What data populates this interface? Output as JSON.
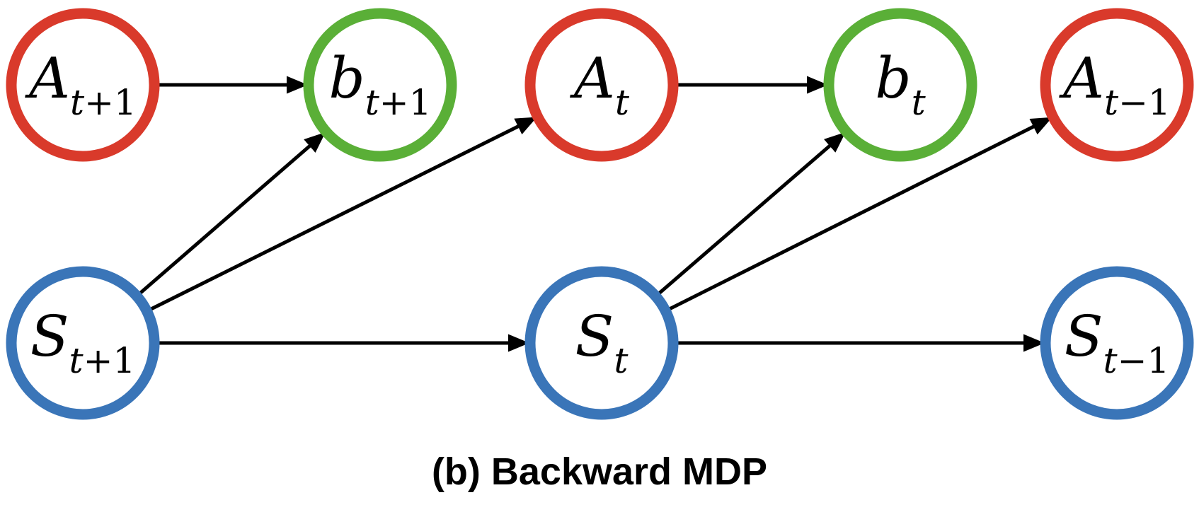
{
  "colors": {
    "action": "#d93a2b",
    "belief": "#5aaf37",
    "state": "#3a75b8",
    "edge": "#000000"
  },
  "nodes": [
    {
      "id": "A_t+1",
      "type": "action",
      "main": "A",
      "sub_var": "t",
      "sub_rest": "+1"
    },
    {
      "id": "b_t+1",
      "type": "belief",
      "main": "b",
      "sub_var": "t",
      "sub_rest": "+1"
    },
    {
      "id": "A_t",
      "type": "action",
      "main": "A",
      "sub_var": "t",
      "sub_rest": ""
    },
    {
      "id": "b_t",
      "type": "belief",
      "main": "b",
      "sub_var": "t",
      "sub_rest": ""
    },
    {
      "id": "A_t-1",
      "type": "action",
      "main": "A",
      "sub_var": "t",
      "sub_rest": "−1"
    },
    {
      "id": "S_t+1",
      "type": "state",
      "main": "S",
      "sub_var": "t",
      "sub_rest": "+1"
    },
    {
      "id": "S_t",
      "type": "state",
      "main": "S",
      "sub_var": "t",
      "sub_rest": ""
    },
    {
      "id": "S_t-1",
      "type": "state",
      "main": "S",
      "sub_var": "t",
      "sub_rest": "−1"
    }
  ],
  "edges": [
    {
      "from": "A_t+1",
      "to": "b_t+1"
    },
    {
      "from": "A_t",
      "to": "b_t"
    },
    {
      "from": "S_t+1",
      "to": "b_t+1"
    },
    {
      "from": "S_t+1",
      "to": "A_t"
    },
    {
      "from": "S_t+1",
      "to": "S_t"
    },
    {
      "from": "S_t",
      "to": "b_t"
    },
    {
      "from": "S_t",
      "to": "A_t-1"
    },
    {
      "from": "S_t",
      "to": "S_t-1"
    }
  ],
  "caption": "(b) Backward MDP"
}
